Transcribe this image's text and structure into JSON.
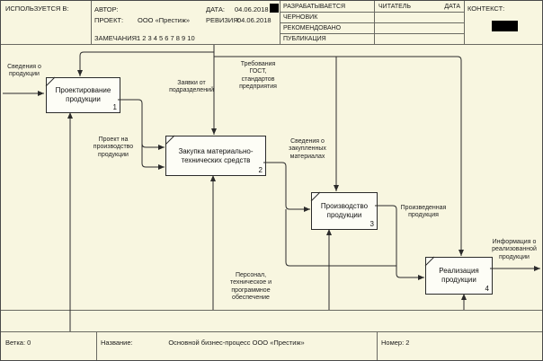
{
  "colors": {
    "background": "#f8f6e0",
    "box_fill": "#fdfdf6",
    "line": "#2b2b2b",
    "text": "#1a1a1a"
  },
  "header": {
    "used_in_label": "ИСПОЛЬЗУЕТСЯ В:",
    "author_label": "АВТОР:",
    "date_label": "ДАТА:",
    "date_value": "04.06.2018",
    "project_label": "ПРОЕКТ:",
    "project_value": "ООО «Престиж»",
    "revision_label": "РЕВИЗИЯ:",
    "revision_value": "04.06.2018",
    "notes_label": "ЗАМЕЧАНИЯ:",
    "notes_value": "1 2 3 4 5 6 7 8 9 10",
    "status_rows": [
      "РАЗРАБАТЫВАЕТСЯ",
      "ЧЕРНОВИК",
      "РЕКОМЕНДОВАНО",
      "ПУБЛИКАЦИЯ"
    ],
    "reader_label": "ЧИТАТЕЛЬ",
    "reader_date_label": "ДАТА",
    "context_label": "КОНТЕКСТ:"
  },
  "diagram": {
    "boxes": [
      {
        "title": "Проектирование продукции",
        "number": "1"
      },
      {
        "title": "Закупка материально-технических средств",
        "number": "2"
      },
      {
        "title": "Производство продукции",
        "number": "3"
      },
      {
        "title": "Реализация продукции",
        "number": "4"
      }
    ],
    "labels": {
      "input_product_info": "Сведения о продукции",
      "dept_requests": "Заявки от подразделений",
      "gost_requirements": "Требования ГОСТ, стандартов предприятия",
      "production_project": "Проект на производство продукции",
      "purchased_materials": "Сведения о закупленных материалах",
      "produced_goods": "Произведенная продукция",
      "sold_info": "Информация о реализованной продукции",
      "personnel": "Персонал, техническое и программное обеспечение"
    }
  },
  "footer": {
    "branch_label": "Ветка:",
    "branch_value": "0",
    "name_label": "Название:",
    "title": "Основной бизнес-процесс ООО «Престиж»",
    "number_label": "Номер:",
    "number_value": "2"
  }
}
